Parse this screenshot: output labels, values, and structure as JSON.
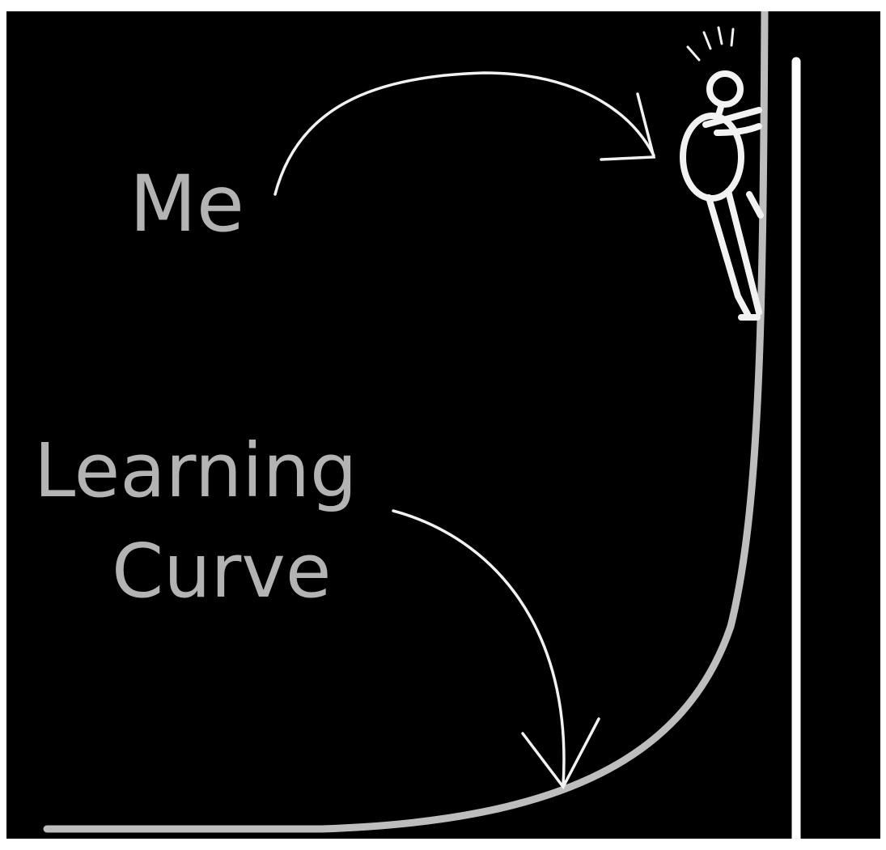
{
  "labels": {
    "me": "Me",
    "learning": "Learning",
    "curve": "Curve"
  },
  "colors": {
    "background": "#000000",
    "frame": "#ffffff",
    "label_text": "#b3b3b3",
    "curve_line": "#bdbdbd",
    "chalk": "#f2f2f2"
  },
  "icons": {
    "figure": "stick-figure-climber-icon",
    "arrows": "chalk-arrow-icon"
  }
}
